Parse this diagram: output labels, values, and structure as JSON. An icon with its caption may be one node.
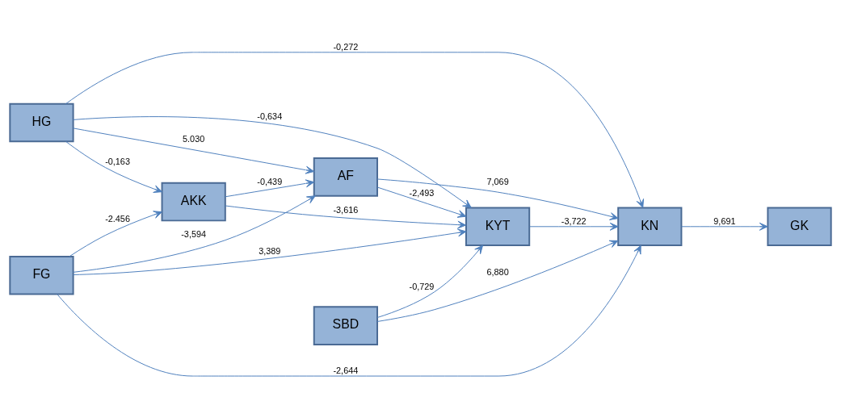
{
  "diagram": {
    "nodes": [
      {
        "text": [
          "HG"
        ]
      },
      {
        "text": [
          "FG"
        ]
      },
      {
        "text": [
          "AF"
        ]
      },
      {
        "text": [
          "AKK"
        ]
      },
      {
        "text": [
          "KYT"
        ]
      },
      {
        "text": [
          "KN"
        ]
      },
      {
        "text": [
          "GK"
        ]
      },
      {
        "text": [
          "SBD"
        ]
      }
    ],
    "edges": [
      {
        "from": 0,
        "to": 4,
        "arrow": "to",
        "label": "-0,634"
      },
      {
        "from": 0,
        "to": 5,
        "arrow": "to",
        "label": "-0,272"
      },
      {
        "from": 0,
        "to": 2,
        "arrow": "to",
        "label": "5.030"
      },
      {
        "from": 0,
        "to": 3,
        "arrow": "to",
        "label": "-0,163"
      },
      {
        "from": 1,
        "to": 4,
        "arrow": "to",
        "label": "3,389"
      },
      {
        "from": 1,
        "to": 5,
        "arrow": "to",
        "label": "-2,644"
      },
      {
        "from": 1,
        "to": 2,
        "arrow": "to",
        "label": "-3,594"
      },
      {
        "from": 1,
        "to": 3,
        "arrow": "to",
        "label": "-2.456"
      },
      {
        "from": 2,
        "to": 4,
        "arrow": "to",
        "label": "-2,493"
      },
      {
        "from": 2,
        "to": 5,
        "arrow": "to",
        "label": "7,069"
      },
      {
        "from": 3,
        "to": 2,
        "arrow": "to",
        "label": "-0,439"
      },
      {
        "from": 3,
        "to": 4,
        "arrow": "to",
        "label": "-3,616"
      },
      {
        "from": 7,
        "to": 4,
        "arrow": "to",
        "label": "-0,729"
      },
      {
        "from": 7,
        "to": 5,
        "arrow": "to",
        "label": "6,880"
      },
      {
        "from": 4,
        "to": 5,
        "arrow": "to",
        "label": "-3,722"
      },
      {
        "from": 5,
        "to": 6,
        "arrow": "to",
        "label": "9,691"
      }
    ]
  }
}
